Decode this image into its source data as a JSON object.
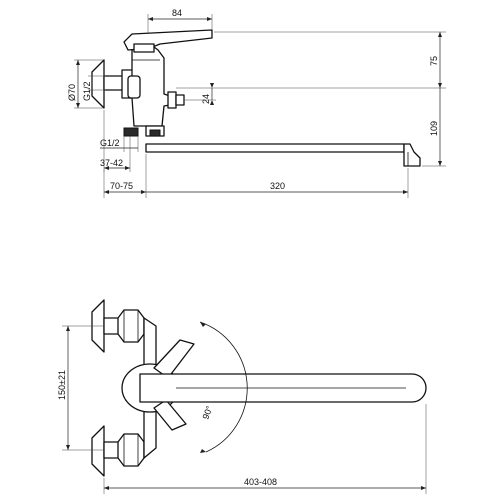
{
  "dimensions": {
    "handle_reach": "84",
    "handle_height": "75",
    "height_24": "24",
    "spout_height": "109",
    "body_diameter": "Ø70",
    "thread_side": "G1/2",
    "thread_bottom": "G1/2",
    "eccentric_range": "37-42",
    "wall_to_body": "70-75",
    "spout_length": "320",
    "connection_spacing": "150±21",
    "rotation_angle": "90°",
    "overall_length": "403-408"
  }
}
